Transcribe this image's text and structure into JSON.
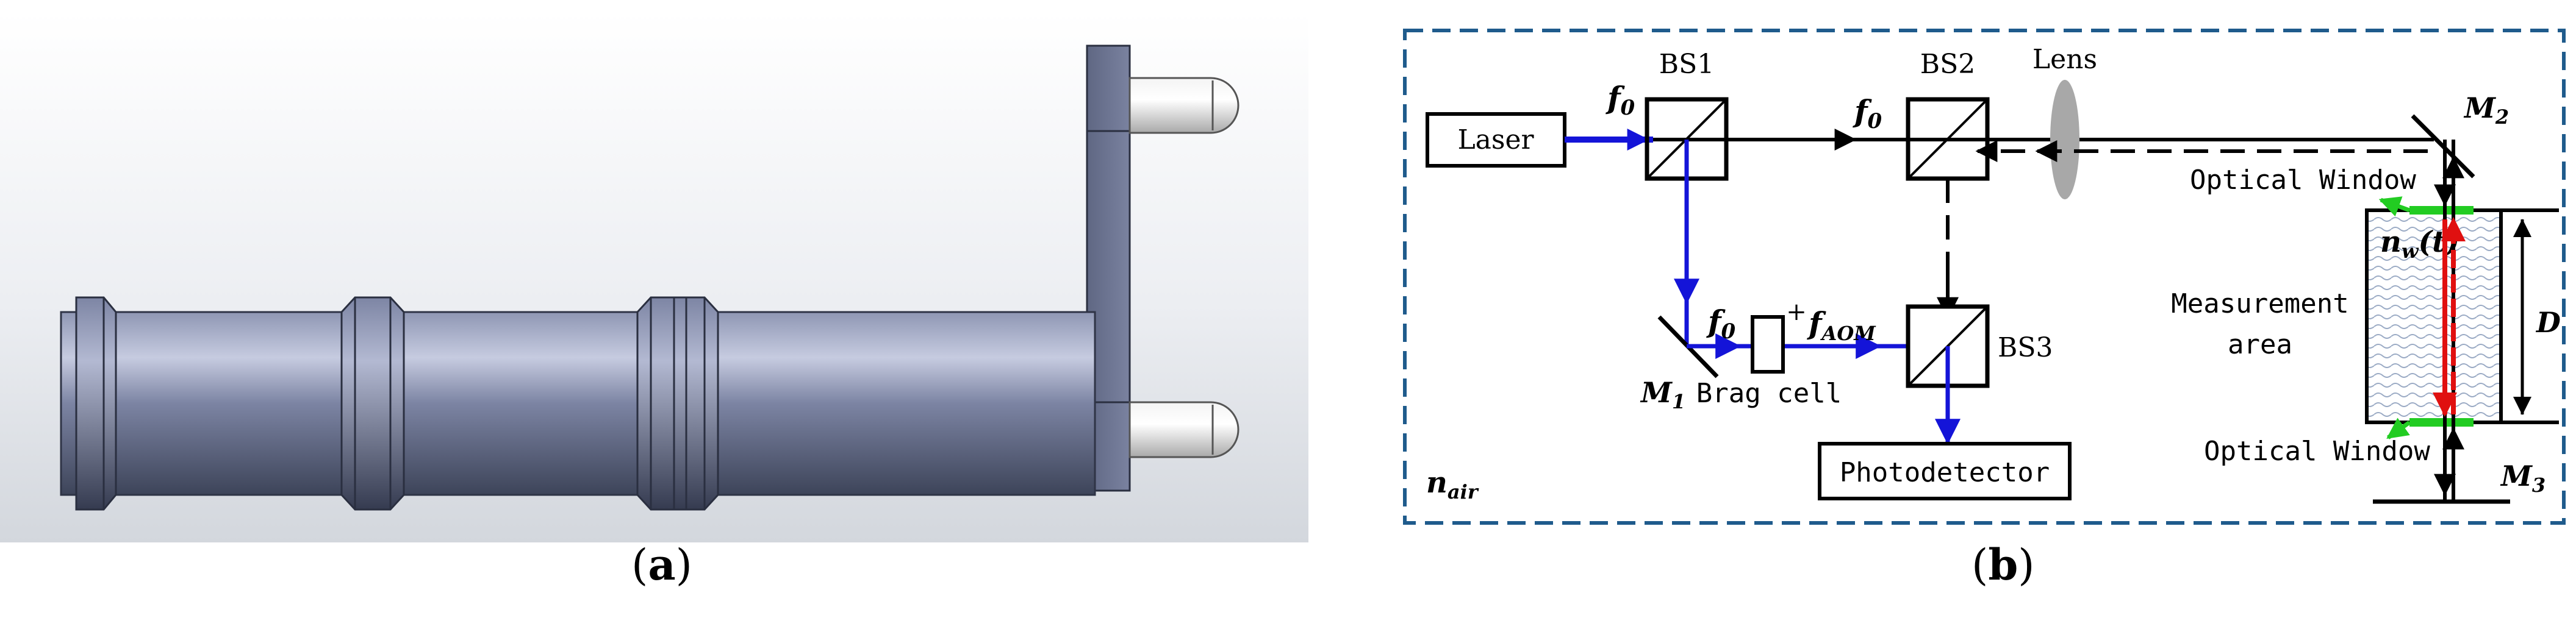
{
  "panel_a": {
    "caption_letter": "a",
    "colors": {
      "body": "#6d7594",
      "body_light": "#c5cbe0",
      "body_dark": "#3b4158",
      "background_top": "#ffffff",
      "background_bottom": "#d6dae0"
    }
  },
  "panel_b": {
    "caption_letter": "b",
    "labels": {
      "laser": "Laser",
      "bs1": "BS1",
      "bs2": "BS2",
      "bs3": "BS3",
      "lens": "Lens",
      "m1_main": "M",
      "m1_sub": "1",
      "m2_main": "M",
      "m2_sub": "2",
      "m3_main": "M",
      "m3_sub": "3",
      "f0_main": "f",
      "f0_sub": "0",
      "faom_main": "f",
      "faom_sub": "AOM",
      "plus": "+",
      "brag_cell": "Brag cell",
      "photodetector": "Photodetector",
      "optical_window_top": "Optical Window",
      "optical_window_bottom": "Optical Window",
      "measurement_line1": "Measurement",
      "measurement_line2": "area",
      "nw_main": "n",
      "nw_sub": "w",
      "nw_arg": "(t)",
      "d_label": "D",
      "nair_main": "n",
      "nair_sub": "air"
    },
    "colors": {
      "border": "#1f5b8c",
      "blue_beam": "#1414d8",
      "red_beam": "#e01010",
      "green": "#22cc22",
      "lens": "#a8a8a8",
      "black": "#000000"
    }
  }
}
